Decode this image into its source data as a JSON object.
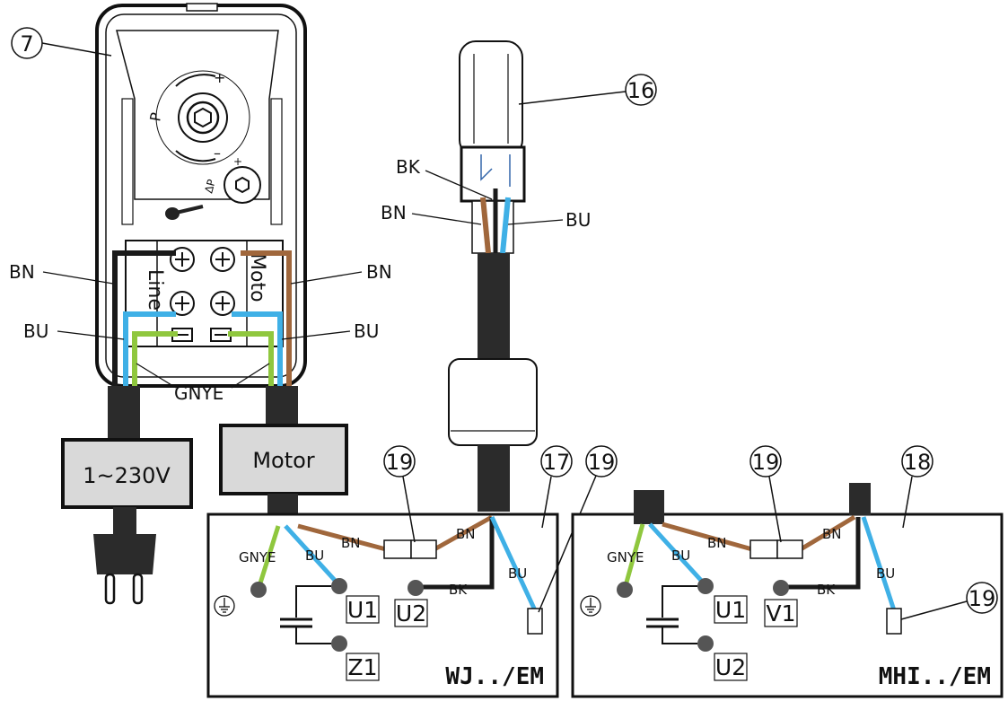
{
  "callouts": {
    "c7": "7",
    "c16": "16",
    "c17": "17",
    "c18": "18",
    "c19a": "19",
    "c19b": "19",
    "c19c": "19",
    "c19d": "19"
  },
  "switch": {
    "line_label": "Line",
    "motor_label": "Moto",
    "dial_p": "P",
    "dial_dp": "ΔP",
    "plus": "+",
    "minus": "–"
  },
  "wires_left": {
    "bn_left": "BN",
    "bn_right": "BN",
    "bu_left": "BU",
    "bu_right": "BU",
    "gnye": "GNYE"
  },
  "boxes": {
    "supply": "1~230V",
    "motor": "Motor"
  },
  "float_switch": {
    "bk": "BK",
    "bn": "BN",
    "bu": "BU"
  },
  "panel_wj": {
    "model": "WJ../EM",
    "gnye": "GNYE",
    "bu1": "BU",
    "bn1": "BN",
    "bn2": "BN",
    "bk": "BK",
    "bu2": "BU",
    "t_u1": "U1",
    "t_u2": "U2",
    "t_z1": "Z1"
  },
  "panel_mhi": {
    "model": "MHI../EM",
    "gnye": "GNYE",
    "bu1": "BU",
    "bn1": "BN",
    "bn2": "BN",
    "bk": "BK",
    "bu2": "BU",
    "t_u1": "U1",
    "t_v1": "V1",
    "t_u2": "U2"
  },
  "colors": {
    "brown": "#a0673c",
    "blue": "#3fb0e6",
    "green": "#8fc73e",
    "black": "#1a1a1a",
    "grey_box": "#d9d9d9"
  }
}
